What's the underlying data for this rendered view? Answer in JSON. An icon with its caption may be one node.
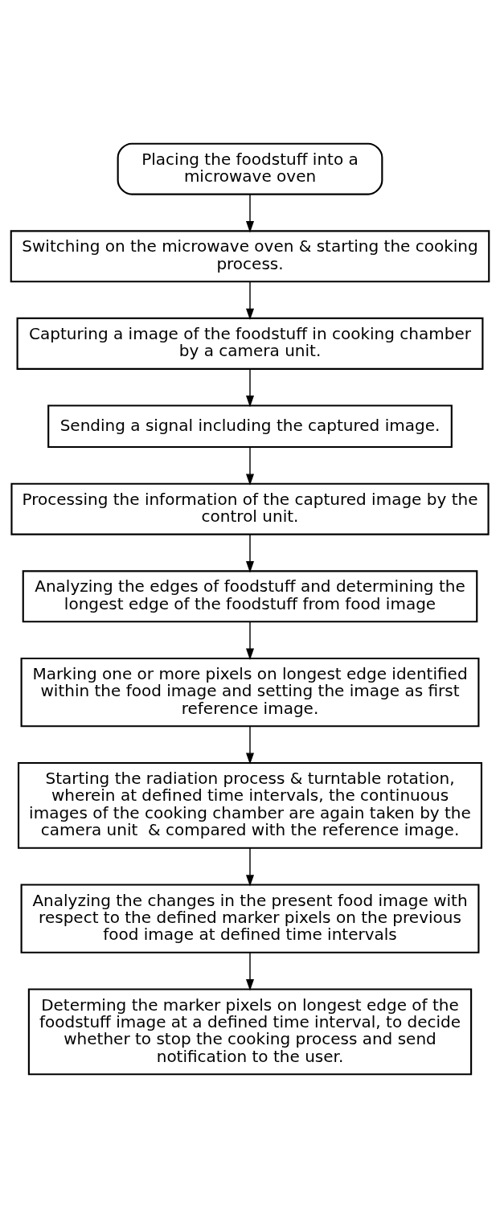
{
  "diagram": {
    "nodes": [
      {
        "text": [
          "Placing the foodstuff into a microwave oven"
        ]
      },
      {
        "text": [
          "Switching on the microwave oven & starting the cooking process."
        ]
      },
      {
        "text": [
          "Capturing a image of the foodstuff in cooking chamber by a camera unit."
        ]
      },
      {
        "text": [
          "Sending a signal including the captured image."
        ]
      },
      {
        "text": [
          "Processing the information of the captured image by the control unit."
        ]
      },
      {
        "text": [
          "Analyzing the edges of foodstuff and determining the longest edge of the foodstuff from food image"
        ]
      },
      {
        "text": [
          "Marking one or more pixels on longest edge identified within the food image and setting the image as first reference image."
        ]
      },
      {
        "text": [
          "Starting the radiation process & turntable rotation, wherein at defined time intervals, the continuous images of the cooking chamber are again taken by the camera unit  & compared with the reference image."
        ]
      },
      {
        "text": [
          "Analyzing the changes in the present food image with respect to the defined marker pixels on the previous food image at defined time intervals"
        ]
      },
      {
        "text": [
          "Determing the marker pixels on longest edge of the foodstuff image at a defined time interval, to decide whether to stop the cooking process and send notification to the user."
        ]
      }
    ],
    "edges": [
      {
        "from": 0,
        "to": 1,
        "arrow": "to"
      },
      {
        "from": 1,
        "to": 2,
        "arrow": "to"
      },
      {
        "from": 2,
        "to": 3,
        "arrow": "to"
      },
      {
        "from": 3,
        "to": 4,
        "arrow": "to"
      },
      {
        "from": 4,
        "to": 5,
        "arrow": "to"
      },
      {
        "from": 5,
        "to": 6,
        "arrow": "to"
      },
      {
        "from": 6,
        "to": 7,
        "arrow": "to"
      },
      {
        "from": 7,
        "to": 8,
        "arrow": "to"
      },
      {
        "from": 8,
        "to": 9,
        "arrow": "to"
      }
    ]
  }
}
